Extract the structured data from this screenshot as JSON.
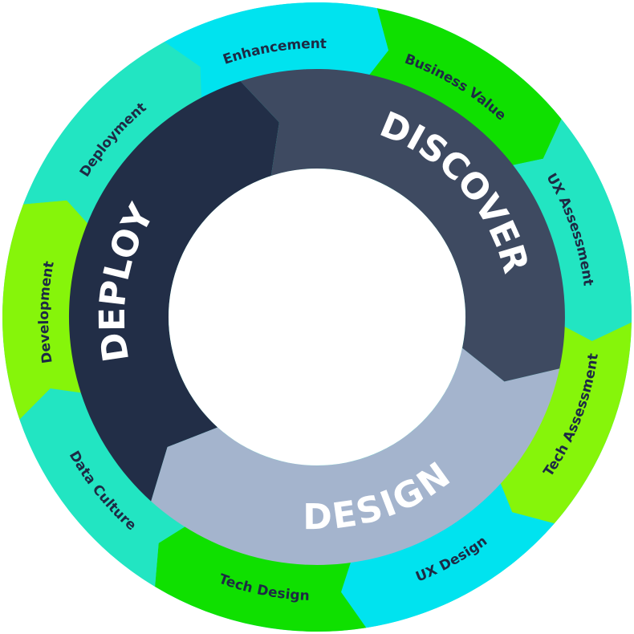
{
  "phases": [
    {
      "label": "DISCOVER",
      "color": "#3e4a61"
    },
    {
      "label": "DESIGN",
      "color": "#a4b4cd"
    },
    {
      "label": "DEPLOY",
      "color": "#222e47"
    }
  ],
  "steps": [
    {
      "label": "Business Value",
      "color": "#0fe000"
    },
    {
      "label": "UX Assessment",
      "color": "#22e5c2"
    },
    {
      "label": "Tech Assessment",
      "color": "#86f50a"
    },
    {
      "label": "UX Design",
      "color": "#00e3ef"
    },
    {
      "label": "Tech Design",
      "color": "#0fe000"
    },
    {
      "label": "Data Culture",
      "color": "#22e5c2"
    },
    {
      "label": "Development",
      "color": "#86f50a"
    },
    {
      "label": "Deployment",
      "color": "#22e5c2"
    },
    {
      "label": "Enhancement",
      "color": "#00e3ef"
    }
  ]
}
